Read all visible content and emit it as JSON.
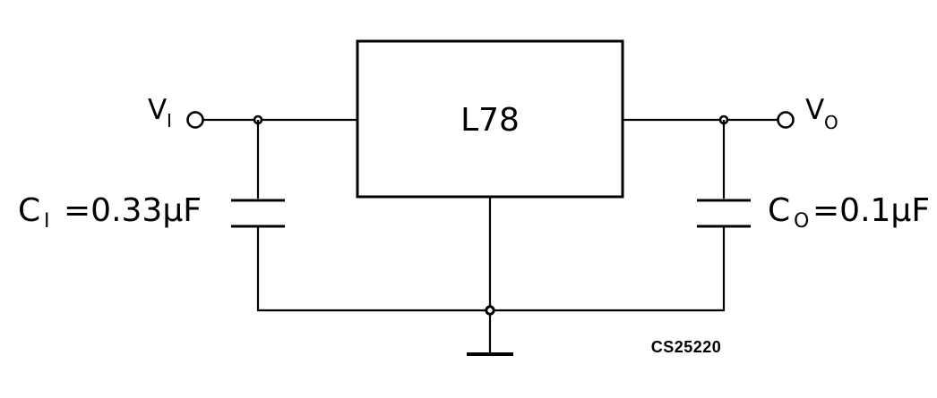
{
  "diagram": {
    "regulator": {
      "label": "L78"
    },
    "input": {
      "label_base": "V",
      "label_sub": "I"
    },
    "output": {
      "label_base": "V",
      "label_sub": "O"
    },
    "input_capacitor": {
      "label_base": "C",
      "label_sub": "I",
      "value": "=0.33μF"
    },
    "output_capacitor": {
      "label_base": "C",
      "label_sub": "O",
      "value": "=0.1μF"
    },
    "figure_code": "CS25220",
    "colors": {
      "line": "#000000",
      "background": "#ffffff",
      "text": "#000000"
    }
  }
}
